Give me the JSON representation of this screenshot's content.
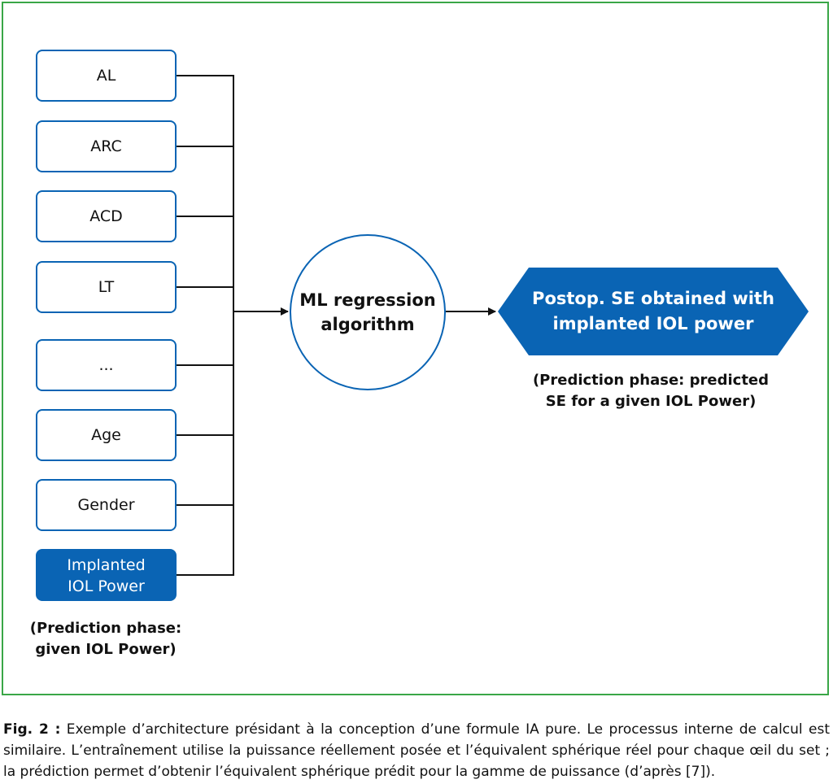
{
  "inputs": [
    {
      "label": "AL"
    },
    {
      "label": "ARC"
    },
    {
      "label": "ACD"
    },
    {
      "label": "LT"
    },
    {
      "label": "..."
    },
    {
      "label": "Age"
    },
    {
      "label": "Gender"
    },
    {
      "label_line1": "Implanted",
      "label_line2": "IOL Power"
    }
  ],
  "input_note": {
    "line1": "(Prediction phase:",
    "line2": "given IOL Power)"
  },
  "algorithm": {
    "line1": "ML regression",
    "line2": "algorithm"
  },
  "output": {
    "line1": "Postop. SE obtained with",
    "line2": "implanted IOL power"
  },
  "output_note": {
    "line1": "(Prediction phase: predicted",
    "line2": "SE for a given IOL Power)"
  },
  "caption": {
    "label": "Fig. 2 :",
    "text": " Exemple d’architecture présidant à la conception d’une formule IA pure. Le processus interne de calcul est similaire. L’entraînement utilise la puissance réellement posée et l’équivalent sphérique réel pour chaque œil du set ; la prédiction permet d’obtenir l’équivalent sphérique prédit pour la gamme de puissance (d’après [7])."
  },
  "colors": {
    "frame": "#3aa647",
    "accent": "#0a64b4",
    "line": "#111111"
  }
}
